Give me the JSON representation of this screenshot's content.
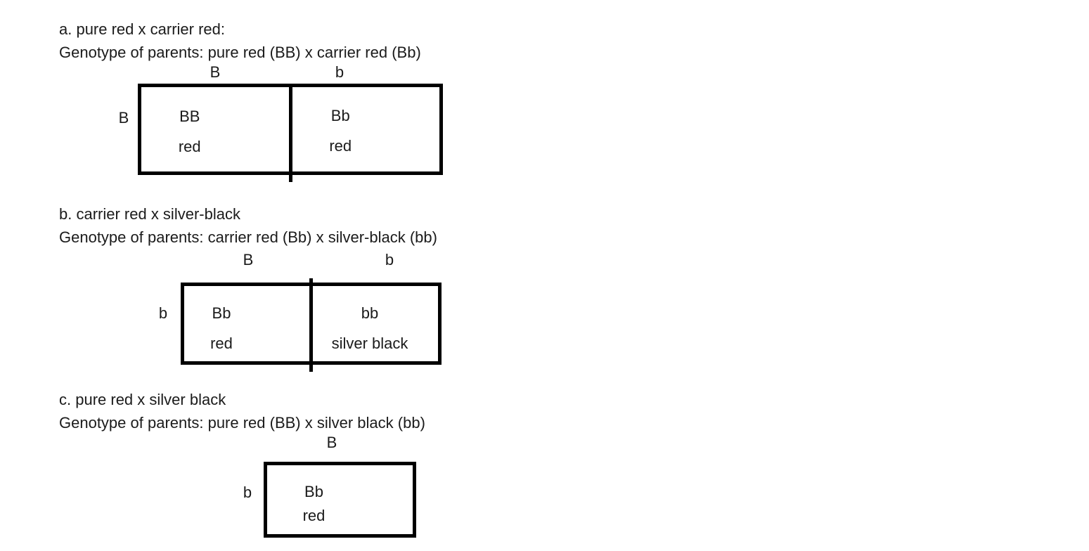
{
  "page": {
    "background_color": "#ffffff",
    "ink_color": "#1b1b1b",
    "border_color": "#000000"
  },
  "sections": [
    {
      "label": "a",
      "title": "a. pure red x carrier red:",
      "genotype_line": "Genotype of parents: pure red (BB) x carrier red (Bb)",
      "col_headers": [
        "B",
        "b"
      ],
      "row_header": "B",
      "cells": [
        {
          "genotype": "BB",
          "phenotype": "red"
        },
        {
          "genotype": "Bb",
          "phenotype": "red"
        }
      ]
    },
    {
      "label": "b",
      "title": "b. carrier red x silver-black",
      "genotype_line": "Genotype of parents: carrier red (Bb) x silver-black (bb)",
      "col_headers": [
        "B",
        "b"
      ],
      "row_header": "b",
      "cells": [
        {
          "genotype": "Bb",
          "phenotype": "red"
        },
        {
          "genotype": "bb",
          "phenotype": "silver black"
        }
      ]
    },
    {
      "label": "c",
      "title": "c. pure red x silver black",
      "genotype_line": "Genotype of parents: pure red (BB) x silver black (bb)",
      "col_headers": [
        "B"
      ],
      "row_header": "b",
      "cells": [
        {
          "genotype": "Bb",
          "phenotype": "red"
        }
      ]
    }
  ]
}
